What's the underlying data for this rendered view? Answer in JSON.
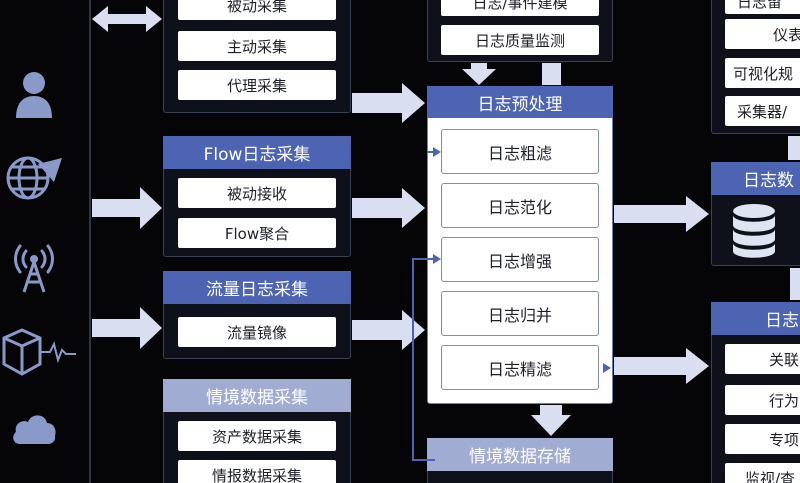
{
  "passive_collection": {
    "items": [
      "被动采集",
      "主动采集",
      "代理采集"
    ]
  },
  "flow_collection": {
    "title": "Flow日志采集",
    "items": [
      "被动接收",
      "Flow聚合"
    ]
  },
  "traffic_collection": {
    "title": "流量日志采集",
    "items": [
      "流量镜像"
    ]
  },
  "context_collection": {
    "title": "情境数据采集",
    "items": [
      "资产数据采集",
      "情报数据采集"
    ]
  },
  "top_center": {
    "items": [
      "日志/事件建模",
      "日志质量监测"
    ]
  },
  "preprocess": {
    "title": "日志预处理",
    "steps": [
      "日志粗滤",
      "日志范化",
      "日志增强",
      "日志归并",
      "日志精滤"
    ]
  },
  "context_storage": {
    "title": "情境数据存储"
  },
  "right_top": {
    "items": [
      "日志留",
      "仪表",
      "可视化规",
      "采集器/"
    ]
  },
  "log_data": {
    "title": "日志数"
  },
  "right_bottom": {
    "title": "日志",
    "items": [
      "关联",
      "行为",
      "专项",
      "监视/查"
    ]
  },
  "colors": {
    "background": "#050507",
    "header_blue": "#4c64b1",
    "header_light": "#a1acd2",
    "arrow": "#d9def0",
    "icon": "#8a9ac8"
  },
  "icons": [
    "user-icon",
    "globe-icon",
    "antenna-tower-icon",
    "device-box-icon",
    "cloud-icon",
    "database-icon"
  ]
}
